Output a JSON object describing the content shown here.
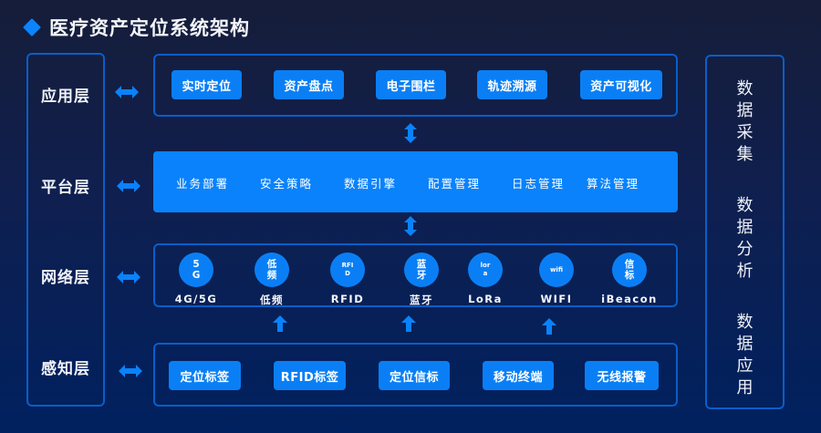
{
  "title": "医疗资产定位系统架构",
  "colors": {
    "accent": "#0a82fb",
    "border": "#0a5ec9",
    "bg_top": "#161d39",
    "bg_bottom": "#00215f"
  },
  "layers": [
    {
      "label": "应用层"
    },
    {
      "label": "平台层"
    },
    {
      "label": "网络层"
    },
    {
      "label": "感知层"
    }
  ],
  "application_layer": {
    "items": [
      "实时定位",
      "资产盘点",
      "电子围栏",
      "轨迹溯源",
      "资产可视化"
    ]
  },
  "platform_layer": {
    "items": [
      "业务部署",
      "安全策略",
      "数据引擎",
      "配置管理",
      "日志管理",
      "算法管理"
    ]
  },
  "network_layer": {
    "items": [
      {
        "icon_text": "5\nG",
        "label": "4G/5G"
      },
      {
        "icon_text": "低\n频",
        "label": "低频"
      },
      {
        "icon_text": "RFI\nD",
        "label": "RFID"
      },
      {
        "icon_text": "蓝\n牙",
        "label": "蓝牙"
      },
      {
        "icon_text": "lor\na",
        "label": "LoRa"
      },
      {
        "icon_text": "wifi",
        "label": "WIFI"
      },
      {
        "icon_text": "信\n标",
        "label": "iBeacon"
      }
    ]
  },
  "perception_layer": {
    "items": [
      "定位标签",
      "RFID标签",
      "定位信标",
      "移动终端",
      "无线报警"
    ]
  },
  "data_column": {
    "items": [
      "数据采集",
      "数据分析",
      "数据应用"
    ]
  }
}
